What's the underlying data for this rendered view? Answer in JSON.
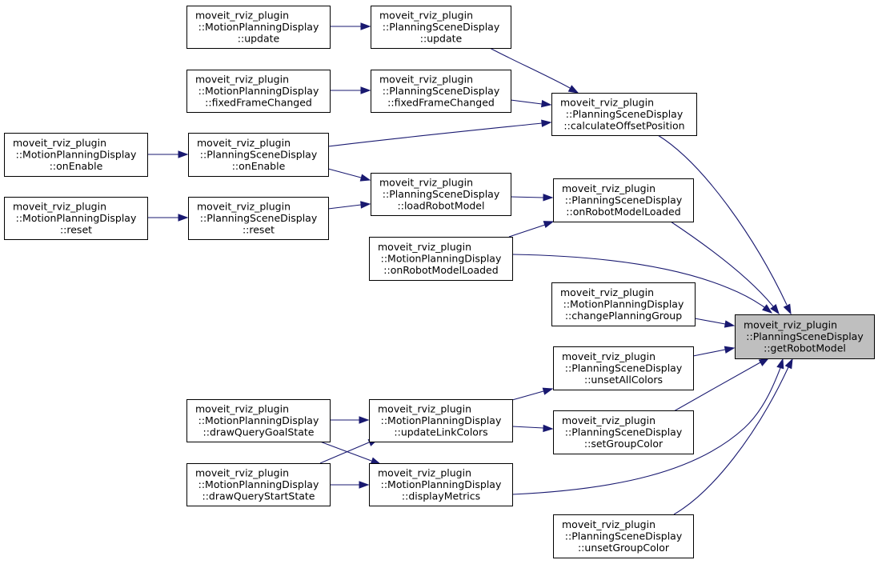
{
  "diagram": {
    "nodes": [
      {
        "id": "mpd_update",
        "lines": [
          "moveit_rviz_plugin",
          "::MotionPlanningDisplay",
          "::update"
        ],
        "highlight": false,
        "interactable": true
      },
      {
        "id": "psd_update",
        "lines": [
          "moveit_rviz_plugin",
          "::PlanningSceneDisplay",
          "::update"
        ],
        "highlight": false,
        "interactable": true
      },
      {
        "id": "mpd_fixedFrameChanged",
        "lines": [
          "moveit_rviz_plugin",
          "::MotionPlanningDisplay",
          "::fixedFrameChanged"
        ],
        "highlight": false,
        "interactable": true
      },
      {
        "id": "psd_fixedFrameChanged",
        "lines": [
          "moveit_rviz_plugin",
          "::PlanningSceneDisplay",
          "::fixedFrameChanged"
        ],
        "highlight": false,
        "interactable": true
      },
      {
        "id": "psd_calculateOffsetPosition",
        "lines": [
          "moveit_rviz_plugin",
          "::PlanningSceneDisplay",
          "::calculateOffsetPosition"
        ],
        "highlight": false,
        "interactable": true
      },
      {
        "id": "mpd_onEnable",
        "lines": [
          "moveit_rviz_plugin",
          "::MotionPlanningDisplay",
          "::onEnable"
        ],
        "highlight": false,
        "interactable": true
      },
      {
        "id": "psd_onEnable",
        "lines": [
          "moveit_rviz_plugin",
          "::PlanningSceneDisplay",
          "::onEnable"
        ],
        "highlight": false,
        "interactable": true
      },
      {
        "id": "psd_loadRobotModel",
        "lines": [
          "moveit_rviz_plugin",
          "::PlanningSceneDisplay",
          "::loadRobotModel"
        ],
        "highlight": false,
        "interactable": true
      },
      {
        "id": "psd_onRobotModelLoaded",
        "lines": [
          "moveit_rviz_plugin",
          "::PlanningSceneDisplay",
          "::onRobotModelLoaded"
        ],
        "highlight": false,
        "interactable": true
      },
      {
        "id": "mpd_reset",
        "lines": [
          "moveit_rviz_plugin",
          "::MotionPlanningDisplay",
          "::reset"
        ],
        "highlight": false,
        "interactable": true
      },
      {
        "id": "psd_reset",
        "lines": [
          "moveit_rviz_plugin",
          "::PlanningSceneDisplay",
          "::reset"
        ],
        "highlight": false,
        "interactable": true
      },
      {
        "id": "mpd_onRobotModelLoaded",
        "lines": [
          "moveit_rviz_plugin",
          "::MotionPlanningDisplay",
          "::onRobotModelLoaded"
        ],
        "highlight": false,
        "interactable": true
      },
      {
        "id": "mpd_changePlanningGroup",
        "lines": [
          "moveit_rviz_plugin",
          "::MotionPlanningDisplay",
          "::changePlanningGroup"
        ],
        "highlight": false,
        "interactable": true
      },
      {
        "id": "psd_getRobotModel",
        "lines": [
          "moveit_rviz_plugin",
          "::PlanningSceneDisplay",
          "::getRobotModel"
        ],
        "highlight": true,
        "interactable": false
      },
      {
        "id": "psd_unsetAllColors",
        "lines": [
          "moveit_rviz_plugin",
          "::PlanningSceneDisplay",
          "::unsetAllColors"
        ],
        "highlight": false,
        "interactable": true
      },
      {
        "id": "mpd_drawQueryGoalState",
        "lines": [
          "moveit_rviz_plugin",
          "::MotionPlanningDisplay",
          "::drawQueryGoalState"
        ],
        "highlight": false,
        "interactable": true
      },
      {
        "id": "mpd_updateLinkColors",
        "lines": [
          "moveit_rviz_plugin",
          "::MotionPlanningDisplay",
          "::updateLinkColors"
        ],
        "highlight": false,
        "interactable": true
      },
      {
        "id": "psd_setGroupColor",
        "lines": [
          "moveit_rviz_plugin",
          "::PlanningSceneDisplay",
          "::setGroupColor"
        ],
        "highlight": false,
        "interactable": true
      },
      {
        "id": "mpd_drawQueryStartState",
        "lines": [
          "moveit_rviz_plugin",
          "::MotionPlanningDisplay",
          "::drawQueryStartState"
        ],
        "highlight": false,
        "interactable": true
      },
      {
        "id": "mpd_displayMetrics",
        "lines": [
          "moveit_rviz_plugin",
          "::MotionPlanningDisplay",
          "::displayMetrics"
        ],
        "highlight": false,
        "interactable": true
      },
      {
        "id": "psd_unsetGroupColor",
        "lines": [
          "moveit_rviz_plugin",
          "::PlanningSceneDisplay",
          "::unsetGroupColor"
        ],
        "highlight": false,
        "interactable": true
      }
    ],
    "edges": [
      {
        "from": "mpd_update",
        "to": "psd_update"
      },
      {
        "from": "mpd_fixedFrameChanged",
        "to": "psd_fixedFrameChanged"
      },
      {
        "from": "psd_update",
        "to": "psd_calculateOffsetPosition"
      },
      {
        "from": "psd_fixedFrameChanged",
        "to": "psd_calculateOffsetPosition"
      },
      {
        "from": "psd_onEnable",
        "to": "psd_calculateOffsetPosition"
      },
      {
        "from": "mpd_onEnable",
        "to": "psd_onEnable"
      },
      {
        "from": "psd_onEnable",
        "to": "psd_loadRobotModel"
      },
      {
        "from": "mpd_reset",
        "to": "psd_reset"
      },
      {
        "from": "psd_reset",
        "to": "psd_loadRobotModel"
      },
      {
        "from": "psd_loadRobotModel",
        "to": "psd_onRobotModelLoaded"
      },
      {
        "from": "mpd_onRobotModelLoaded",
        "to": "psd_onRobotModelLoaded"
      },
      {
        "from": "psd_calculateOffsetPosition",
        "to": "psd_getRobotModel"
      },
      {
        "from": "psd_onRobotModelLoaded",
        "to": "psd_getRobotModel"
      },
      {
        "from": "mpd_onRobotModelLoaded",
        "to": "psd_getRobotModel"
      },
      {
        "from": "mpd_changePlanningGroup",
        "to": "psd_getRobotModel"
      },
      {
        "from": "psd_unsetAllColors",
        "to": "psd_getRobotModel"
      },
      {
        "from": "psd_setGroupColor",
        "to": "psd_getRobotModel"
      },
      {
        "from": "mpd_displayMetrics",
        "to": "psd_getRobotModel"
      },
      {
        "from": "psd_unsetGroupColor",
        "to": "psd_getRobotModel"
      },
      {
        "from": "mpd_updateLinkColors",
        "to": "psd_unsetAllColors"
      },
      {
        "from": "mpd_updateLinkColors",
        "to": "psd_setGroupColor"
      },
      {
        "from": "mpd_drawQueryGoalState",
        "to": "mpd_updateLinkColors"
      },
      {
        "from": "mpd_drawQueryStartState",
        "to": "mpd_updateLinkColors"
      },
      {
        "from": "mpd_drawQueryGoalState",
        "to": "mpd_displayMetrics"
      },
      {
        "from": "mpd_drawQueryStartState",
        "to": "mpd_displayMetrics"
      }
    ],
    "colors": {
      "edge": "#191970",
      "node_border": "#000000",
      "node_fill": "#ffffff",
      "highlight_fill": "#bfbfbf"
    }
  }
}
